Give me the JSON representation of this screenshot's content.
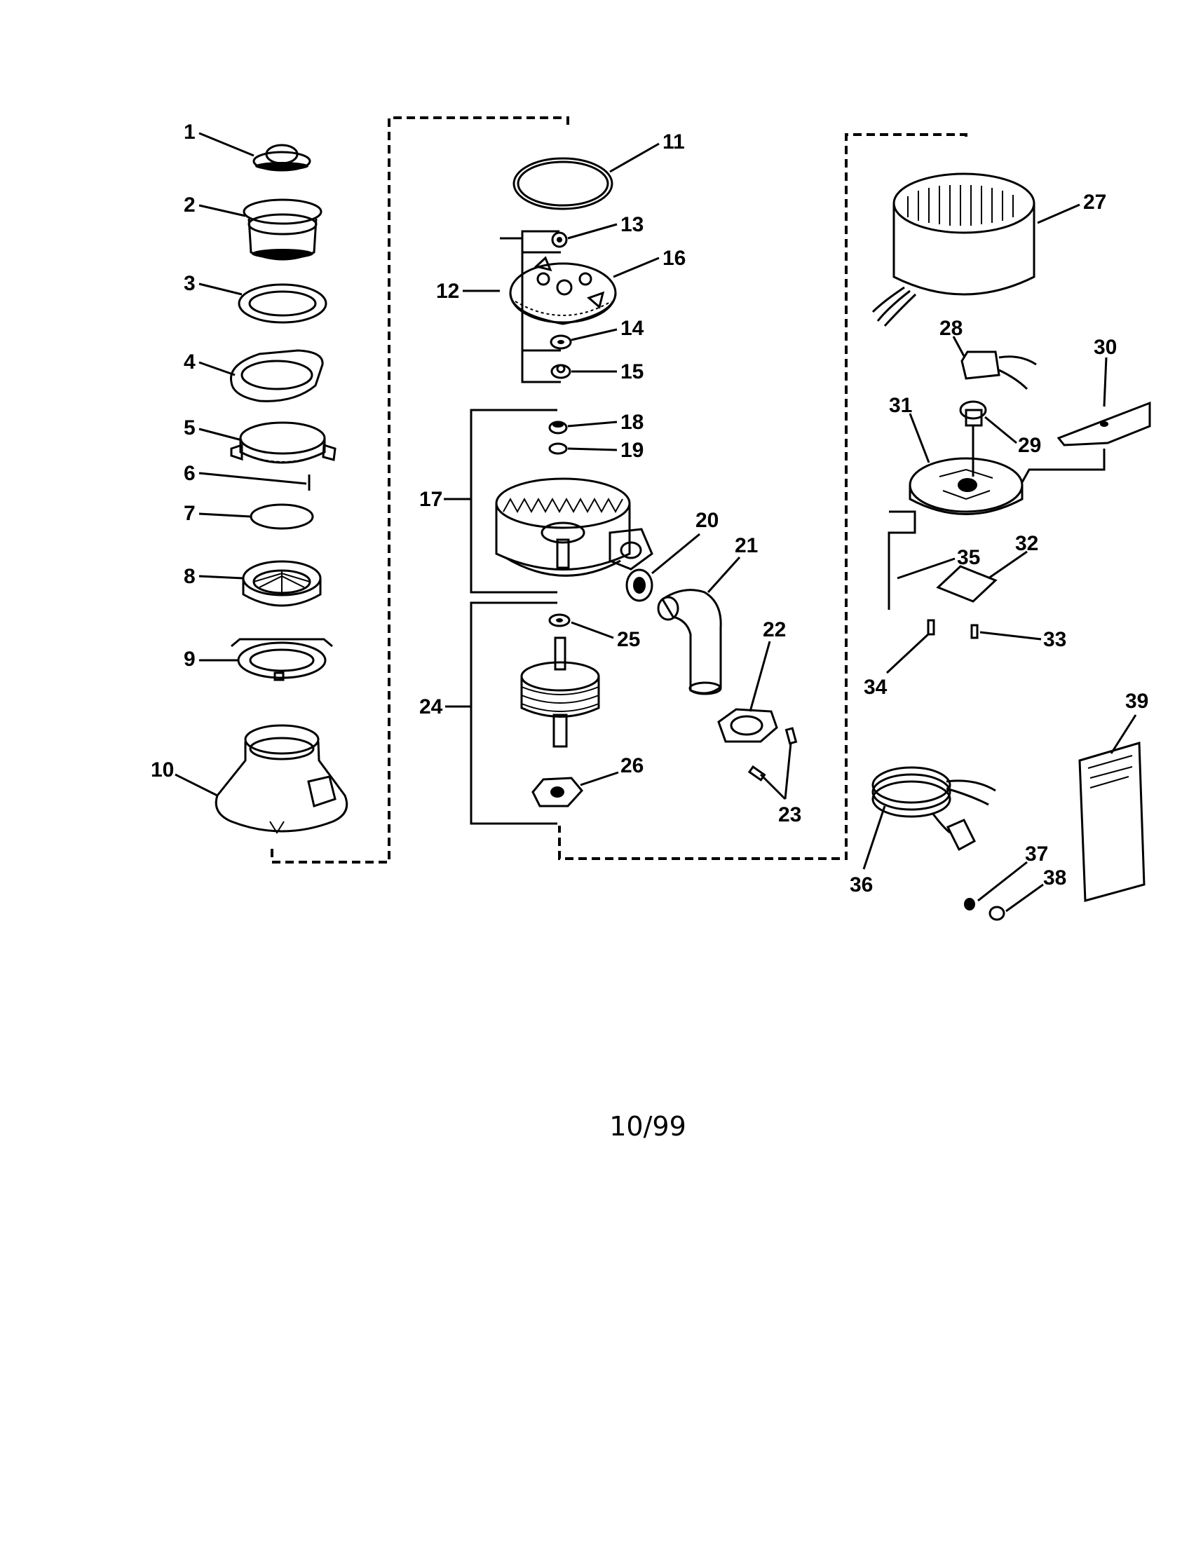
{
  "footer": {
    "date_code": "10/99"
  },
  "callouts": [
    "1",
    "2",
    "3",
    "4",
    "5",
    "6",
    "7",
    "8",
    "9",
    "10",
    "11",
    "12",
    "13",
    "14",
    "15",
    "16",
    "17",
    "18",
    "19",
    "20",
    "21",
    "22",
    "23",
    "24",
    "25",
    "26",
    "27",
    "28",
    "29",
    "30",
    "31",
    "32",
    "33",
    "34",
    "35",
    "36",
    "37",
    "38",
    "39"
  ]
}
